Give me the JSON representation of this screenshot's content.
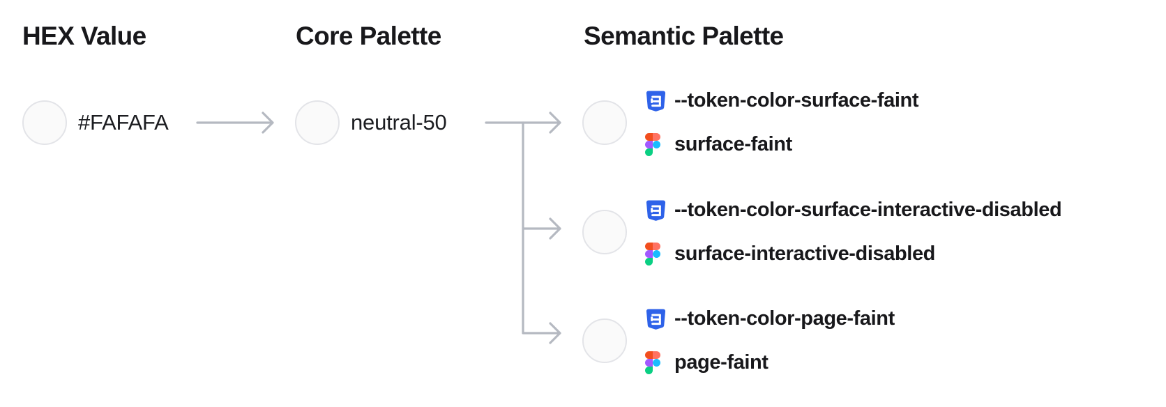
{
  "diagram": {
    "hex_column": {
      "title": "HEX Value",
      "value": "#FAFAFA"
    },
    "core_column": {
      "title": "Core Palette",
      "value": "neutral-50"
    },
    "semantic_column": {
      "title": "Semantic Palette",
      "items": [
        {
          "css_variable": "--token-color-surface-faint",
          "figma_style": "surface-faint"
        },
        {
          "css_variable": "--token-color-surface-interactive-disabled",
          "figma_style": "surface-interactive-disabled"
        },
        {
          "css_variable": "--token-color-page-faint",
          "figma_style": "page-faint"
        }
      ]
    }
  },
  "icons": {
    "css_badge": "css3-badge-icon",
    "figma_logo": "figma-logo-icon"
  },
  "palette": {
    "swatch_fill": "#FAFAFA",
    "swatch_border": "#E3E4E8",
    "connector_gray": "#B5B9C1",
    "text_dark": "#18181B",
    "css_icon_blue": "#2E62E9",
    "figma_orange": "#F24E1E",
    "figma_salmon": "#FF7262",
    "figma_purple": "#A259FF",
    "figma_blue": "#1ABCFE",
    "figma_green": "#0ACF83"
  }
}
